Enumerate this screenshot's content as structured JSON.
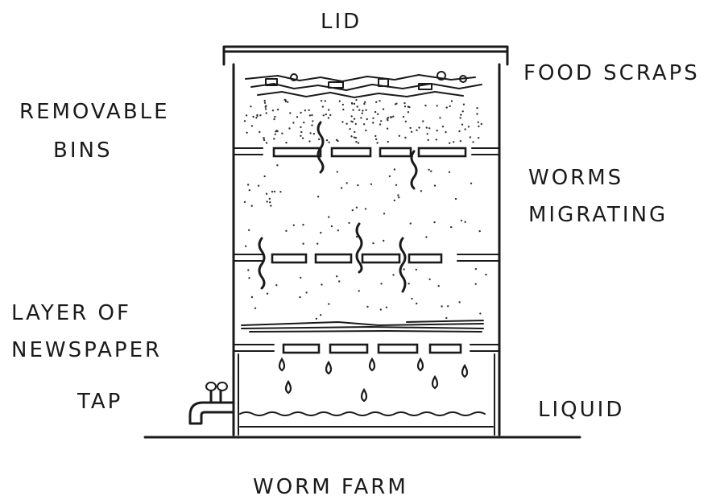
{
  "labels": {
    "lid": "LID",
    "food_scraps": "FOOD SCRAPS",
    "removable_bins_line1": "REMOVABLE",
    "removable_bins_line2": "BINS",
    "worms_migrating_line1": "WORMS",
    "worms_migrating_line2": "MIGRATING",
    "newspaper_line1": "LAYER OF",
    "newspaper_line2": "NEWSPAPER",
    "tap": "TAP",
    "liquid": "LIQUID",
    "title": "WORM FARM"
  }
}
